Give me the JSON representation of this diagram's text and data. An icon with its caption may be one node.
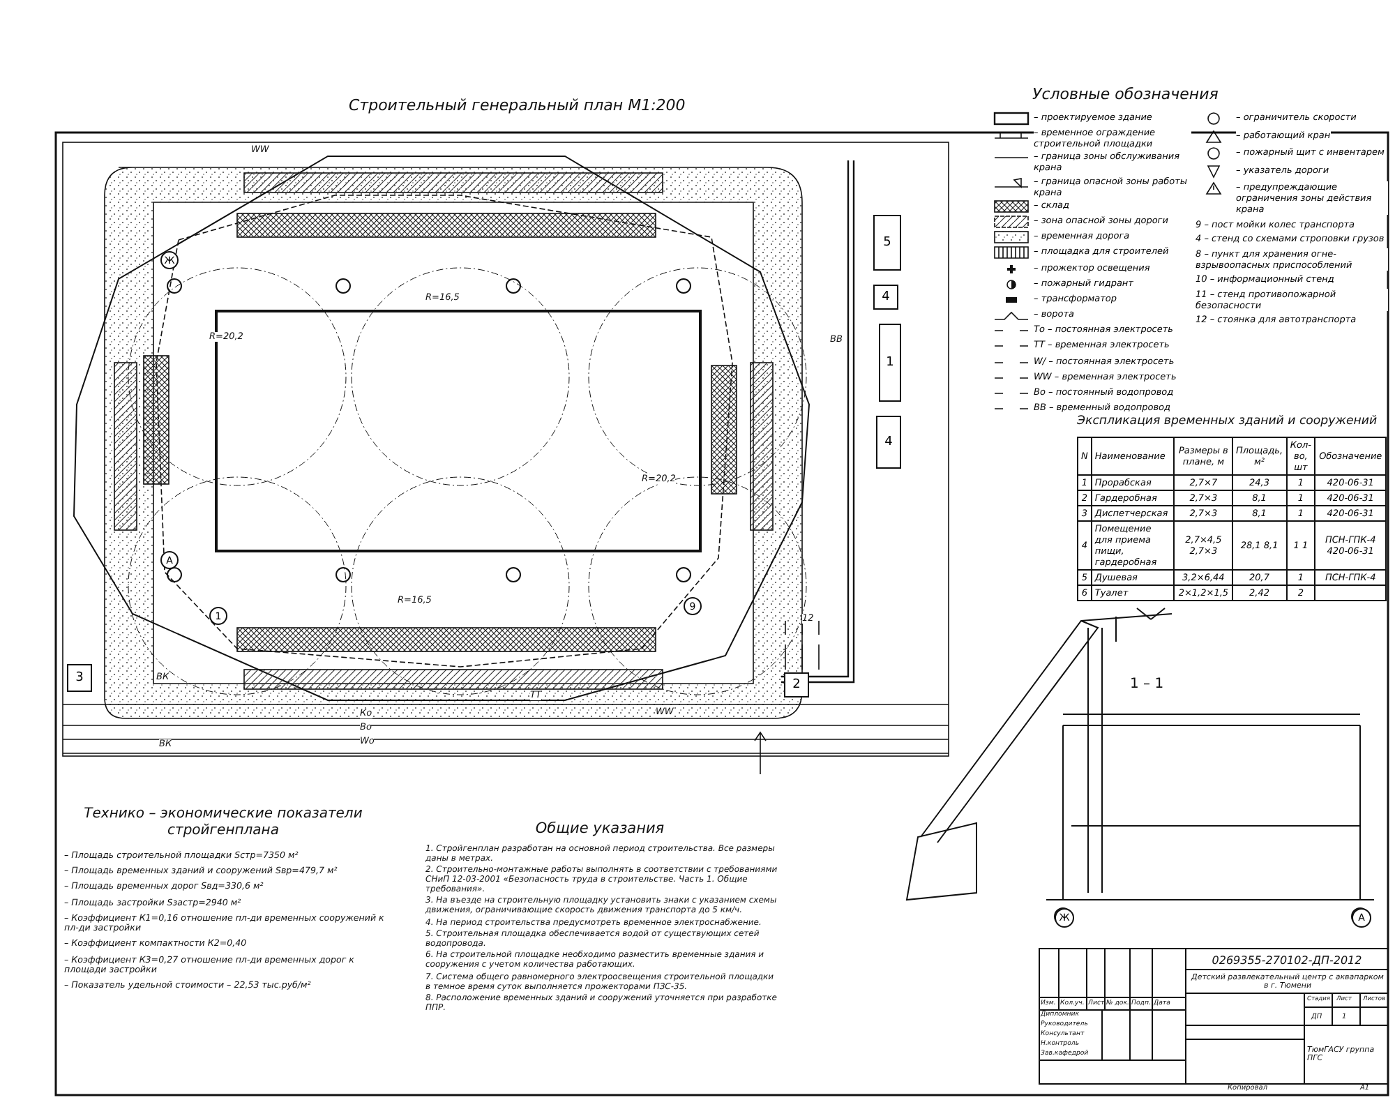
{
  "diagram": {
    "title": "Строительный генеральный план М1:200",
    "nodes": [
      {
        "text": [
          "5"
        ]
      },
      {
        "text": [
          "4"
        ]
      },
      {
        "text": [
          "1"
        ]
      },
      {
        "text": [
          "4"
        ]
      },
      {
        "text": [
          "2"
        ]
      },
      {
        "text": [
          "3"
        ]
      },
      {
        "text": [
          "Ж"
        ]
      },
      {
        "text": [
          "А"
        ]
      },
      {
        "text": [
          "1"
        ]
      },
      {
        "text": [
          "9"
        ]
      },
      {
        "text": [
          "Ж"
        ]
      },
      {
        "text": [
          "А"
        ]
      }
    ],
    "edges": [],
    "labels": [
      "Условные обозначения",
      "Экспликация временных зданий и сооружений",
      "N",
      "Наименование",
      "Размеры в плане, м",
      "Площадь, м²",
      "Кол-во, шт",
      "Обозначение",
      "1",
      "Прорабская",
      "2,7×7",
      "24,3",
      "1",
      "420-06-31",
      "2",
      "Гардеробная",
      "2,7×3",
      "8,1",
      "1",
      "420-06-31",
      "3",
      "Диспетчерская",
      "2,7×3",
      "8,1",
      "1",
      "420-06-31",
      "4",
      "Помещение для приема пищи, гардеробная",
      "2,7×4,5 2,7×3",
      "28,1 8,1",
      "1 1",
      "ПСН-ГПК-4 420-06-31",
      "5",
      "Душевая",
      "3,2×6,44",
      "20,7",
      "1",
      "ПСН-ГПК-4",
      "6",
      "Туалет",
      "2×1,2×1,5",
      "2,42",
      "2",
      "1 – 1",
      "Технико – экономические показатели стройгенплана",
      "– Площадь строительной площадки Sстр=7350 м²",
      "– Площадь временных зданий и сооружений Sвр=479,7 м²",
      "– Площадь временных дорог Sвд=330,6 м²",
      "– Площадь застройки Sзастр=2940 м²",
      "– Коэффициент К1=0,16 отношение пл-ди временных сооружений к пл-ди застройки",
      "– Коэффициент компактности К2=0,40",
      "– Коэффициент К3=0,27 отношение пл-ди временных дорог к площади застройки",
      "– Показатель удельной стоимости – 22,53 тыс.руб/м²",
      "Общие указания",
      "1. Стройгенплан разработан на основной период строительства. Все размеры даны в метрах.",
      "2. Строительно-монтажные работы выполнять в соответствии с требованиями СНиП 12-03-2001 «Безопасность труда в строительстве. Часть 1. Общие требования».",
      "3. На въезде на строительную площадку установить знаки с указанием схемы движения, ограничивающие скорость движения транспорта до 5 км/ч.",
      "4. На период строительства предусмотреть временное электроснабжение.",
      "5. Строительная площадка обеспечивается водой от существующих сетей водопровода.",
      "6. На строительной площадке необходимо разместить временные здания и сооружения с учетом количества работающих.",
      "7. Система общего равномерного электроосвещения строительной площадки в темное время суток выполняется прожекторами ПЗС-35.",
      "8. Расположение временных зданий и сооружений уточняется при разработке ППР.",
      "0269355-270102-ДП-2012",
      "Детский развлекательный центр с аквапарком в г. Тюмени",
      "Стадия",
      "Лист",
      "Листов",
      "ДП",
      "1",
      "ТюмГАСУ группа ПГС",
      "Изм.",
      "Кол.уч.",
      "Лист",
      "№ док.",
      "Подп.",
      "Дата",
      "Дипломник",
      "Руководитель",
      "Консультант",
      "Н.контроль",
      "Зав.кафедрой",
      "Копировал",
      "А1",
      "R=20,2",
      "R=20,2",
      "R=16,5",
      "R=16,5",
      "ТТ",
      "WW",
      "WW",
      "ВК",
      "ВК",
      "Ко",
      "Во",
      "Wо",
      "12",
      "ВВ"
    ],
    "legend": [
      {
        "text": "– проектируемое здание"
      },
      {
        "text": "– временное ограждение строительной площадки"
      },
      {
        "text": "– граница зоны обслуживания крана"
      },
      {
        "text": "– граница опасной зоны работы крана"
      },
      {
        "text": "– склад"
      },
      {
        "text": "– зона опасной зоны дороги"
      },
      {
        "text": "– временная дорога"
      },
      {
        "text": "– площадка для строителей"
      },
      {
        "text": "– прожектор освещения"
      },
      {
        "text": "– пожарный гидрант"
      },
      {
        "text": "– трансформатор"
      },
      {
        "text": "– ворота"
      },
      {
        "text": "То – постоянная электросеть"
      },
      {
        "text": "ТТ – временная электросеть"
      },
      {
        "text": "W/ – постоянная электросеть"
      },
      {
        "text": "WW – временная электросеть"
      },
      {
        "text": "Во – постоянный водопровод"
      },
      {
        "text": "ВВ – временный водопровод"
      },
      {
        "text": "– ограничитель скорости"
      },
      {
        "text": "– работающий кран"
      },
      {
        "text": "– пожарный щит с инвентарем"
      },
      {
        "text": "– указатель дороги"
      },
      {
        "text": "– предупреждающие ограничения зоны действия крана"
      },
      {
        "text": "9 – пост мойки колес транспорта"
      },
      {
        "text": "4 – стенд со схемами строповки грузов"
      },
      {
        "text": "8 – пункт для хранения огне-взрывоопасных приспособлений"
      },
      {
        "text": "10 – информационный стенд"
      },
      {
        "text": "11 – стенд противопожарной безопасности"
      },
      {
        "text": "12 – стоянка для автотранспорта"
      }
    ]
  }
}
